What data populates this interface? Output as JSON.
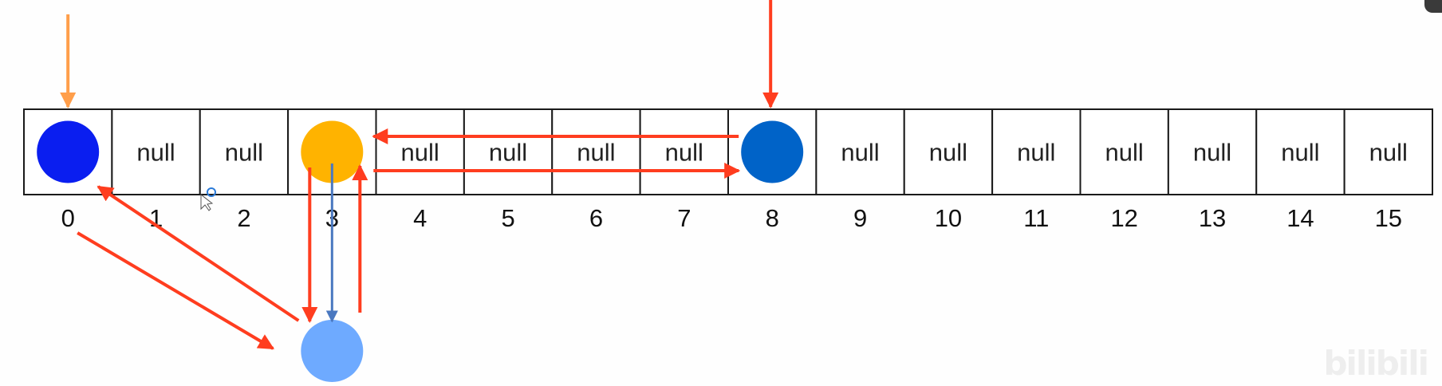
{
  "array": {
    "cells": [
      {
        "index": "0",
        "content": "",
        "node": "blue"
      },
      {
        "index": "1",
        "content": "null",
        "node": ""
      },
      {
        "index": "2",
        "content": "null",
        "node": ""
      },
      {
        "index": "3",
        "content": "",
        "node": "yellow"
      },
      {
        "index": "4",
        "content": "null",
        "node": ""
      },
      {
        "index": "5",
        "content": "null",
        "node": ""
      },
      {
        "index": "6",
        "content": "null",
        "node": ""
      },
      {
        "index": "7",
        "content": "null",
        "node": ""
      },
      {
        "index": "8",
        "content": "",
        "node": "darkblue"
      },
      {
        "index": "9",
        "content": "null",
        "node": ""
      },
      {
        "index": "10",
        "content": "null",
        "node": ""
      },
      {
        "index": "11",
        "content": "null",
        "node": ""
      },
      {
        "index": "12",
        "content": "null",
        "node": ""
      },
      {
        "index": "13",
        "content": "null",
        "node": ""
      },
      {
        "index": "14",
        "content": "null",
        "node": ""
      },
      {
        "index": "15",
        "content": "null",
        "node": ""
      }
    ]
  },
  "nodes": {
    "blue": "#0a1ef0",
    "yellow": "#ffb300",
    "darkblue": "#0063c8",
    "lightblue": "#6eaaff"
  },
  "arrows": {
    "orange": "#ff9e4a",
    "red": "#ff3d1f",
    "steel": "#4a78c0"
  },
  "watermark": {
    "text": "bilibili"
  }
}
